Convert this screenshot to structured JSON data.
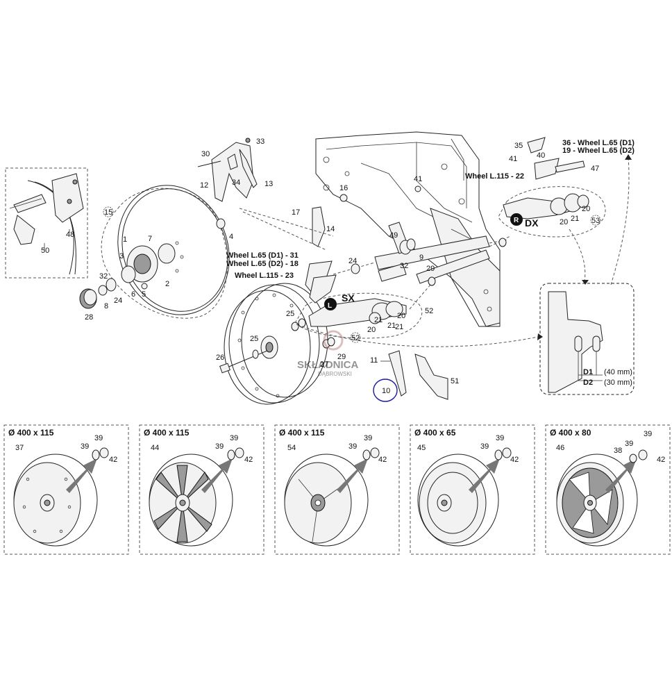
{
  "callouts": {
    "n1": "1",
    "n2": "2",
    "n3": "3",
    "n4": "4",
    "n5": "5",
    "n6": "6",
    "n7": "7",
    "n8": "8",
    "n9": "9",
    "n10": "10",
    "n11": "11",
    "n12": "12",
    "n13": "13",
    "n14": "14",
    "n15": "15",
    "n16": "16",
    "n17": "17",
    "n19": "19",
    "n20": "20",
    "n21": "21",
    "n22": "22",
    "n23": "23",
    "n24": "24",
    "n25": "25",
    "n26": "26",
    "n27": "27",
    "n28": "28",
    "n29": "29",
    "n30": "30",
    "n31": "31",
    "n32": "32",
    "n33": "33",
    "n34": "34",
    "n35": "35",
    "n36": "36",
    "n37": "37",
    "n38": "38",
    "n39": "39",
    "n40": "40",
    "n41": "41",
    "n42": "42",
    "n44": "44",
    "n45": "45",
    "n46": "46",
    "n47": "47",
    "n48": "48",
    "n49": "49",
    "n50": "50",
    "n51": "51",
    "n52": "52",
    "n53": "53",
    "n54": "54"
  },
  "labels": {
    "wheel_l65_d1_31": "Wheel L.65 (D1) - 31",
    "wheel_l65_d2_18": "Wheel L.65 (D2) - 18",
    "wheel_l115_23": "Wheel L.115 - 23",
    "wheel_l115_22": "Wheel L.115 - 22",
    "wheel_l65_d1_36": "36 - Wheel L.65 (D1)",
    "wheel_l65_d2_19": "19 - Wheel L.65 (D2)",
    "side_left_letter": "L",
    "side_left_code": "SX",
    "side_right_letter": "R",
    "side_right_code": "DX",
    "d1": "D1",
    "d2": "D2",
    "d1_size": "(40 mm)",
    "d2_size": "(30 mm)"
  },
  "watermark": {
    "text": "SKŁADNICA",
    "sub": "DĄBROWSKI"
  },
  "wheels": [
    {
      "size": "Ø 400 x 115",
      "part": "37",
      "a": "39",
      "b": "39",
      "c": "42"
    },
    {
      "size": "Ø 400 x 115",
      "part": "44",
      "a": "39",
      "b": "39",
      "c": "42"
    },
    {
      "size": "Ø 400 x 115",
      "part": "54",
      "a": "39",
      "b": "39",
      "c": "42"
    },
    {
      "size": "Ø 400 x 65",
      "part": "45",
      "a": "39",
      "b": "39",
      "c": "42"
    },
    {
      "size": "Ø 400 x 80",
      "part": "46",
      "a": "38",
      "b": "39",
      "c": "39",
      "d": "42"
    }
  ]
}
